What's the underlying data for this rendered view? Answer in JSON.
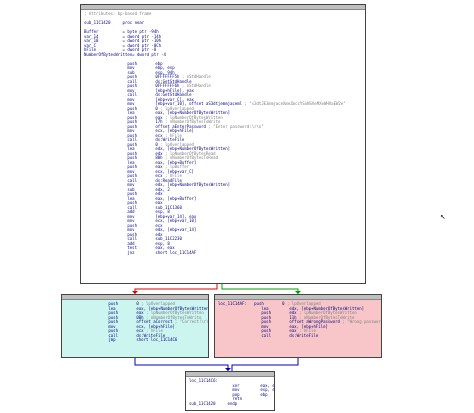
{
  "main_block": {
    "lines": [
      {
        "c": "; Attributes: bp-based frame",
        "k": "cmt"
      },
      {
        "c": "",
        "k": "blank"
      },
      {
        "c": "sub_11C1420     proc near",
        "k": "lbl"
      },
      {
        "c": "",
        "k": "blank"
      },
      {
        "c": "Buffer          = byte ptr -94h",
        "k": "lbl"
      },
      {
        "c": "var_14          = dword ptr -14h",
        "k": "lbl"
      },
      {
        "c": "var_10          = dword ptr -10h",
        "k": "lbl"
      },
      {
        "c": "var_C           = dword ptr -0Ch",
        "k": "lbl"
      },
      {
        "c": "hFile           = dword ptr -8",
        "k": "lbl"
      },
      {
        "c": "NumberOfBytesWritten= dword ptr -4",
        "k": "lbl"
      },
      {
        "c": "",
        "k": "blank"
      },
      {
        "op": "push",
        "arg": "ebp"
      },
      {
        "op": "mov",
        "arg": "ebp, esp"
      },
      {
        "op": "sub",
        "arg": "esp, 94h"
      },
      {
        "op": "push",
        "arg": "0FFFFFFF5h",
        "cmt": "; nStdHandle"
      },
      {
        "op": "call",
        "arg": "ds:GetStdHandle"
      },
      {
        "op": "push",
        "arg": "0FFFFFFF6h",
        "cmt": "; nStdHandle"
      },
      {
        "op": "mov",
        "arg": "[ebp+hFile], eax"
      },
      {
        "op": "call",
        "arg": "ds:GetStdHandle"
      },
      {
        "op": "mov",
        "arg": "[ebp+var_C], eax"
      },
      {
        "op": "mov",
        "arg": "[ebp+var_10], offset aS3dtjemmjaceml",
        "cmt": "; \"s3dtJE3mmjaceXmeZmccYSoNSVeMXeWHVaEW2e\""
      },
      {
        "op": "push",
        "arg": "0",
        "cmt": "; lpOverlapped"
      },
      {
        "op": "lea",
        "arg": "eax, [ebp+NumberOfBytesWritten]"
      },
      {
        "op": "push",
        "arg": "eax",
        "cmt": "; lpNumberOfBytesWritten"
      },
      {
        "op": "push",
        "arg": "17h",
        "cmt": "; nNumberOfBytesToWrite"
      },
      {
        "op": "push",
        "arg": "offset aEnterPassword",
        "cmt": "; \"Enter password:\\r\\n\""
      },
      {
        "op": "mov",
        "arg": "ecx, [ebp+hFile]"
      },
      {
        "op": "push",
        "arg": "ecx",
        "cmt": "; hFile"
      },
      {
        "op": "call",
        "arg": "ds:WriteFile"
      },
      {
        "op": "push",
        "arg": "0",
        "cmt": "; lpOverlapped"
      },
      {
        "op": "lea",
        "arg": "edx, [ebp+NumberOfBytesWritten]"
      },
      {
        "op": "push",
        "arg": "edx",
        "cmt": "; lpNumberOfBytesRead"
      },
      {
        "op": "push",
        "arg": "80h",
        "cmt": "; nNumberOfBytesToRead"
      },
      {
        "op": "lea",
        "arg": "eax, [ebp+Buffer]"
      },
      {
        "op": "push",
        "arg": "eax",
        "cmt": "; lpBuffer"
      },
      {
        "op": "mov",
        "arg": "ecx, [ebp+var_C]"
      },
      {
        "op": "push",
        "arg": "ecx",
        "cmt": "; hFile"
      },
      {
        "op": "call",
        "arg": "ds:ReadFile"
      },
      {
        "op": "mov",
        "arg": "edx, [ebp+NumberOfBytesWritten]"
      },
      {
        "op": "sub",
        "arg": "edx, 2"
      },
      {
        "op": "push",
        "arg": "edx"
      },
      {
        "op": "lea",
        "arg": "eax, [ebp+Buffer]"
      },
      {
        "op": "push",
        "arg": "eax"
      },
      {
        "op": "call",
        "arg": "sub_11C1360"
      },
      {
        "op": "add",
        "arg": "esp, 8"
      },
      {
        "op": "mov",
        "arg": "[ebp+var_14], eax"
      },
      {
        "op": "mov",
        "arg": "ecx, [ebp+var_10]"
      },
      {
        "op": "push",
        "arg": "ecx"
      },
      {
        "op": "mov",
        "arg": "edx, [ebp+var_14]"
      },
      {
        "op": "push",
        "arg": "edx"
      },
      {
        "op": "call",
        "arg": "sub_11C2230"
      },
      {
        "op": "add",
        "arg": "esp, 8"
      },
      {
        "op": "test",
        "arg": "eax, eax"
      },
      {
        "op": "jnz",
        "arg": "short loc_11C14AF"
      }
    ]
  },
  "ok_block": {
    "lines": [
      {
        "op": "push",
        "arg": "0",
        "cmt": "; lpOverlapped"
      },
      {
        "op": "lea",
        "arg": "eax, [ebp+NumberOfBytesWritten]"
      },
      {
        "op": "push",
        "arg": "eax",
        "cmt": "; lpNumberOfBytesWritten"
      },
      {
        "op": "push",
        "arg": "0Bh",
        "cmt": "; nNumberOfBytesToWrite"
      },
      {
        "op": "push",
        "arg": "offset aCorrect",
        "cmt": "; \"Correct!\\r\\n\""
      },
      {
        "op": "mov",
        "arg": "ecx, [ebp+hFile]"
      },
      {
        "op": "push",
        "arg": "ecx",
        "cmt": "; hFile"
      },
      {
        "op": "call",
        "arg": "ds:WriteFile"
      },
      {
        "op": "jmp",
        "arg": "short loc_11C14C6"
      }
    ]
  },
  "fail_block": {
    "lines": [
      {
        "c": "loc_11C14AF:",
        "k": "lbl",
        "o": "push",
        "a": "0",
        "m": "; lpOverlapped"
      },
      {
        "op": "lea",
        "arg": "edx, [ebp+NumberOfBytesWritten]"
      },
      {
        "op": "push",
        "arg": "edx",
        "cmt": "; lpNumberOfBytesWritten"
      },
      {
        "op": "push",
        "arg": "11h",
        "cmt": "; nNumberOfBytesToWrite"
      },
      {
        "op": "push",
        "arg": "offset aWrongPassword",
        "cmt": "; \"Wrong password\\r\\n\""
      },
      {
        "op": "mov",
        "arg": "eax, [ebp+hFile]"
      },
      {
        "op": "push",
        "arg": "eax",
        "cmt": "; hFile"
      },
      {
        "op": "call",
        "arg": "ds:WriteFile"
      }
    ]
  },
  "end_block": {
    "lines": [
      {
        "c": "loc_11C14C6:",
        "k": "lbl"
      },
      {
        "op": "xor",
        "arg": "eax, eax"
      },
      {
        "op": "mov",
        "arg": "esp, ebp"
      },
      {
        "op": "pop",
        "arg": "ebp"
      },
      {
        "op": "retn",
        "arg": ""
      },
      {
        "c": "sub_11C1420     endp",
        "k": "lbl"
      }
    ]
  },
  "colors": {
    "true_edge": "#00a000",
    "false_edge": "#e00000",
    "normal_edge": "#0000c0",
    "ok_bg": "#ccf5f0",
    "fail_bg": "#f8c6c8"
  }
}
